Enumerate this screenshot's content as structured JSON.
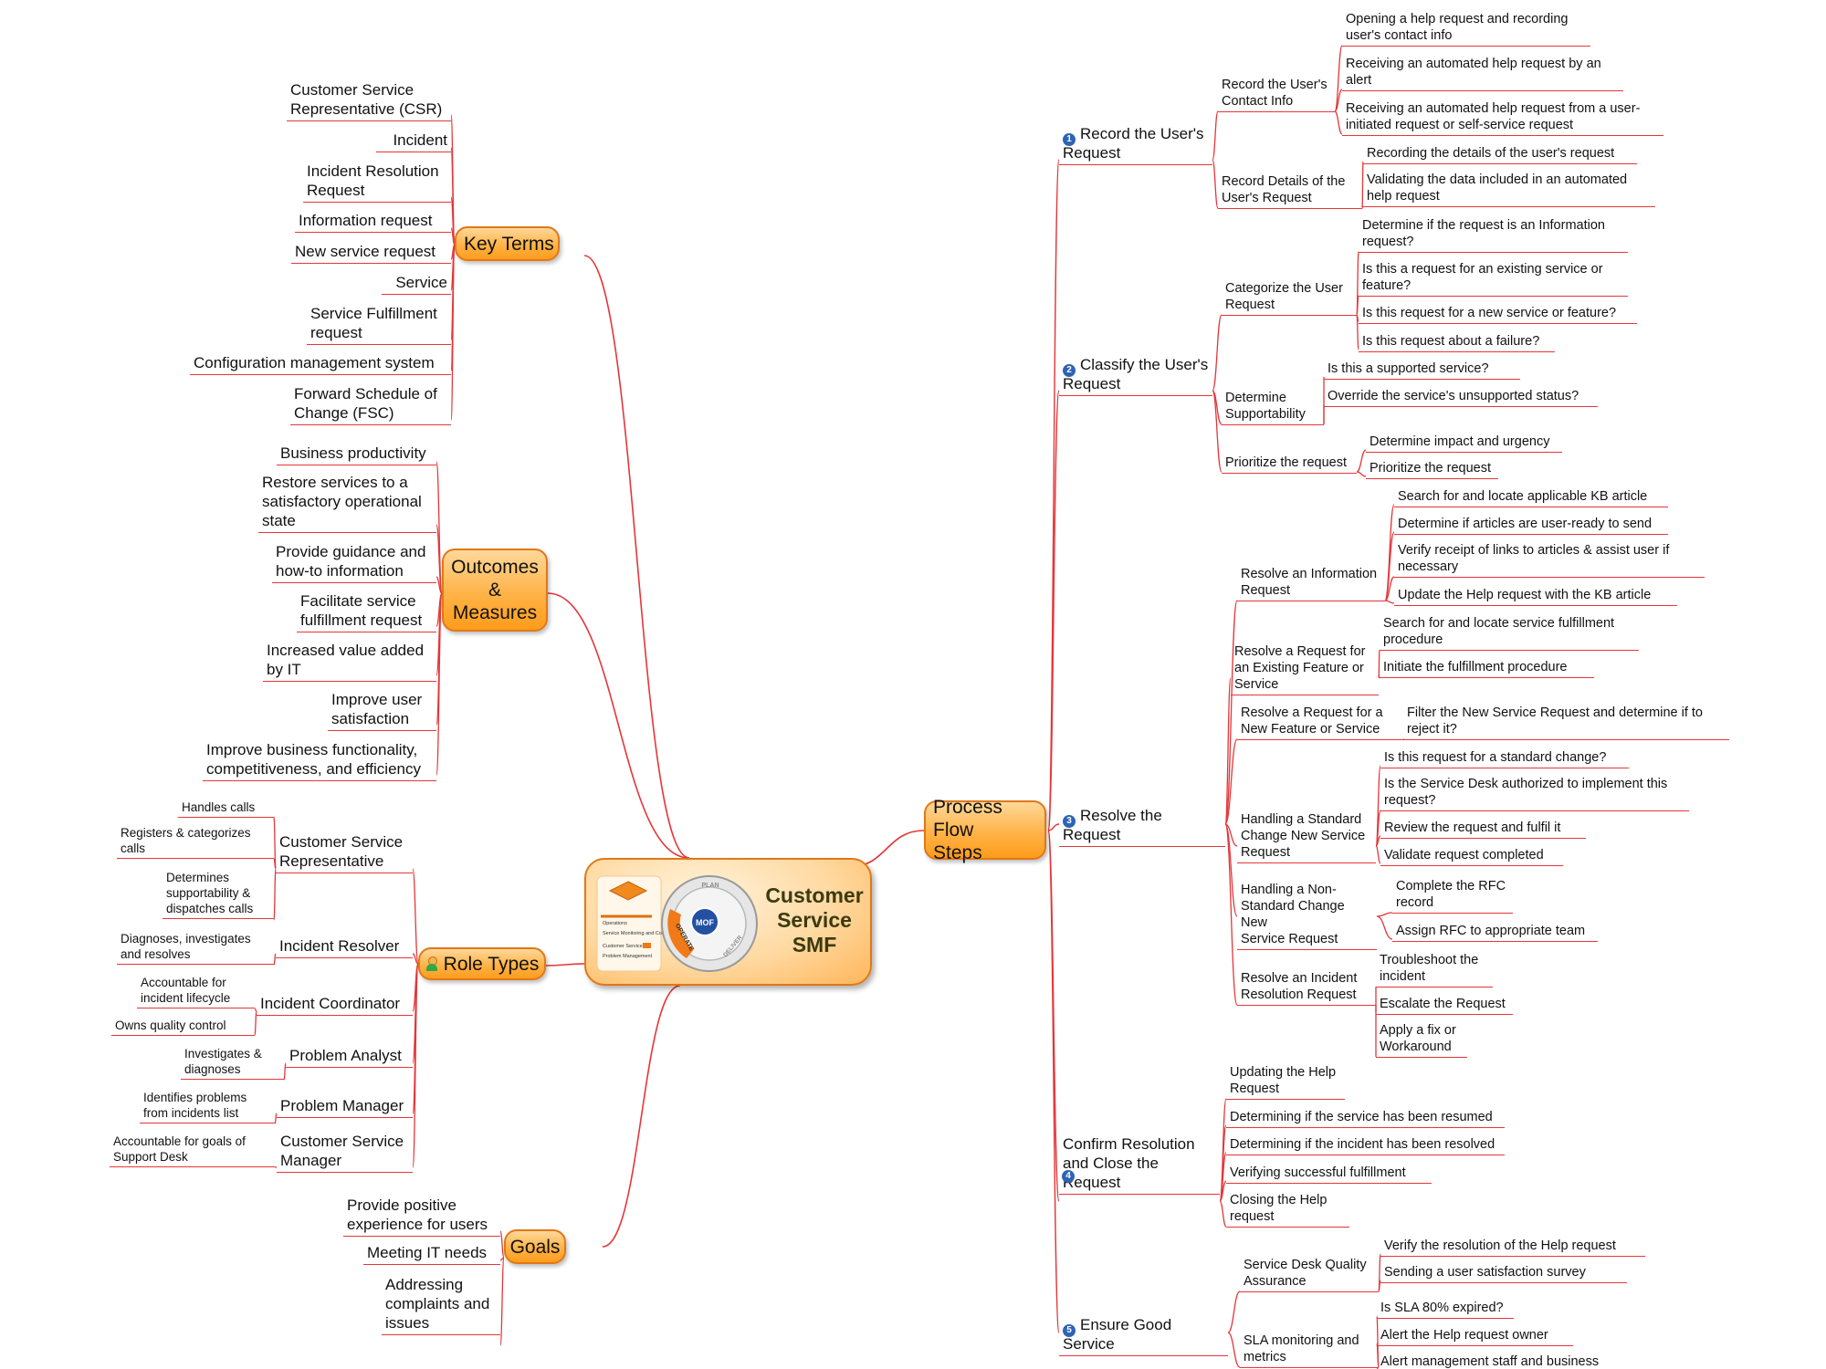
{
  "central": {
    "title": "Customer\nService\nSMF"
  },
  "mof_graphic": {
    "badge": "MOF",
    "ring_labels": [
      "PLAN",
      "DELIVER",
      "OPERATE"
    ],
    "list": [
      "Operations",
      "Service Monitoring and Control",
      "Customer Service",
      "Problem Management"
    ]
  },
  "branches": {
    "key_terms": {
      "label": "Key Terms",
      "items": [
        "Customer Service\nRepresentative (CSR)",
        "Incident",
        "Incident Resolution\nRequest",
        "Information request",
        "New service request",
        "Service",
        "Service Fulfillment\nrequest",
        "Configuration management system",
        "Forward Schedule of\nChange (FSC)"
      ]
    },
    "outcomes": {
      "label": "Outcomes\n&\nMeasures",
      "items": [
        "Business productivity",
        "Restore services to a\nsatisfactory operational\nstate",
        "Provide guidance and\nhow-to information",
        "Facilitate service\nfulfillment request",
        "Increased value added\nby IT",
        "Improve user\nsatisfaction",
        "Improve business functionality,\ncompetitiveness, and efficiency"
      ]
    },
    "role_types": {
      "label": "Role Types",
      "roles": [
        {
          "label": "Customer Service\nRepresentative",
          "items": [
            "Handles calls",
            "Registers & categorizes\ncalls",
            "Determines\nsupportability &\ndispatches calls"
          ]
        },
        {
          "label": "Incident Resolver",
          "items": [
            "Diagnoses, investigates\nand resolves"
          ]
        },
        {
          "label": "Incident Coordinator",
          "items": [
            "Accountable for\nincident lifecycle",
            "Owns quality control"
          ]
        },
        {
          "label": "Problem Analyst",
          "items": [
            "Investigates &\ndiagnoses"
          ]
        },
        {
          "label": "Problem Manager",
          "items": [
            "Identifies problems\nfrom incidents list"
          ]
        },
        {
          "label": "Customer Service\nManager",
          "items": [
            "Accountable for goals of\nSupport Desk"
          ]
        }
      ]
    },
    "goals": {
      "label": "Goals",
      "items": [
        "Provide positive\nexperience for users",
        "Meeting IT needs",
        "Addressing\ncomplaints and\nissues"
      ]
    },
    "process_flow": {
      "label": "Process Flow\nSteps",
      "steps": [
        {
          "num": "1",
          "label": "Record the User's\nRequest",
          "subs": [
            {
              "label": "Record the User's\nContact Info",
              "items": [
                "Opening a help request and recording\nuser's contact info",
                "Receiving an automated help request by an\nalert",
                "Receiving an automated help request from a user-\ninitiated request or self-service request"
              ]
            },
            {
              "label": "Record Details of the\nUser's Request",
              "items": [
                "Recording the details of the user's request",
                "Validating the data included in an automated\nhelp request"
              ]
            }
          ]
        },
        {
          "num": "2",
          "label": "Classify the User's\nRequest",
          "subs": [
            {
              "label": "Categorize the User\nRequest",
              "items": [
                "Determine if the request is an Information\nrequest?",
                "Is this a request for an existing service or\nfeature?",
                "Is this request for a new service or feature?",
                "Is this request about a failure?"
              ]
            },
            {
              "label": "Determine\nSupportability",
              "items": [
                "Is this a supported service?",
                "Override the service's unsupported status?"
              ]
            },
            {
              "label": "Prioritize the request",
              "items": [
                "Determine impact and urgency",
                "Prioritize the request"
              ]
            }
          ]
        },
        {
          "num": "3",
          "label": "Resolve the Request",
          "subs": [
            {
              "label": "Resolve an Information\nRequest",
              "items": [
                "Search for and locate applicable KB article",
                "Determine if articles are user-ready to send",
                "Verify receipt of links to articles & assist user if\nnecessary",
                "Update the Help request with the KB article"
              ]
            },
            {
              "label": "Resolve a Request for\nan Existing Feature or\nService",
              "items": [
                "Search for and locate service fulfillment\nprocedure",
                "Initiate the fulfillment procedure"
              ]
            },
            {
              "label": "Resolve a Request for a\nNew Feature or Service",
              "items": [
                "Filter the New Service Request  and determine if to\nreject it?"
              ]
            },
            {
              "label": "Handling a Standard\nChange New Service\nRequest",
              "items": [
                "Is this request for a standard change?",
                "Is the Service Desk authorized to implement this\nrequest?",
                "Review the request and fulfil it",
                "Validate request completed"
              ]
            },
            {
              "label": "Handling a Non-\nStandard Change New\nService Request",
              "items": [
                "Complete the RFC\nrecord",
                "Assign RFC to appropriate team"
              ]
            },
            {
              "label": "Resolve an Incident\nResolution Request",
              "items": [
                "Troubleshoot the\nincident",
                "Escalate the Request",
                "Apply a fix or\nWorkaround"
              ]
            }
          ]
        },
        {
          "num": "4",
          "label": "Confirm Resolution\nand Close the\nRequest",
          "items": [
            "Updating the Help\nRequest",
            "Determining if the service has been resumed",
            "Determining if the incident has been resolved",
            "Verifying successful fulfillment",
            "Closing the Help\nrequest"
          ]
        },
        {
          "num": "5",
          "label": "Ensure Good Service",
          "subs": [
            {
              "label": "Service Desk Quality\nAssurance",
              "items": [
                "Verify the resolution of the Help request",
                "Sending a user satisfaction survey"
              ]
            },
            {
              "label": "SLA monitoring and\nmetrics",
              "items": [
                "Is SLA 80% expired?",
                "Alert the Help request owner",
                "Alert management staff and business"
              ]
            }
          ]
        }
      ]
    }
  },
  "colors": {
    "link": "#e5363a",
    "hub_border": "#e07818",
    "hub_fill": "#ffb347",
    "step_number": "#2d64b5"
  }
}
